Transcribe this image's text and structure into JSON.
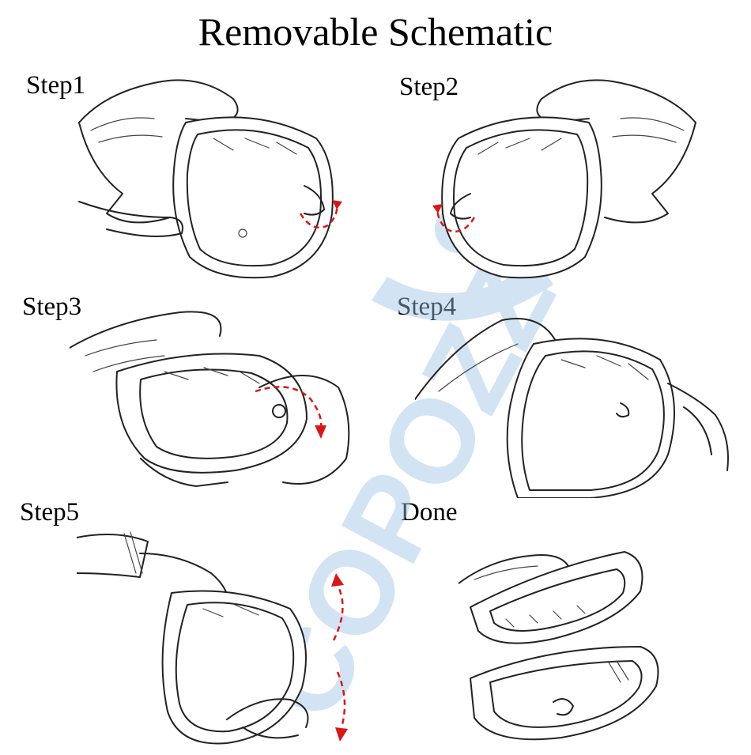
{
  "title": "Removable Schematic",
  "steps": [
    {
      "label": "Step1"
    },
    {
      "label": "Step2"
    },
    {
      "label": "Step3"
    },
    {
      "label": "Step4"
    },
    {
      "label": "Step5"
    },
    {
      "label": "Done"
    }
  ],
  "watermark": {
    "text": "COPOZZ",
    "color": "#9cc3e6"
  },
  "colors": {
    "arrow": "#d81818",
    "line": "#222222"
  }
}
